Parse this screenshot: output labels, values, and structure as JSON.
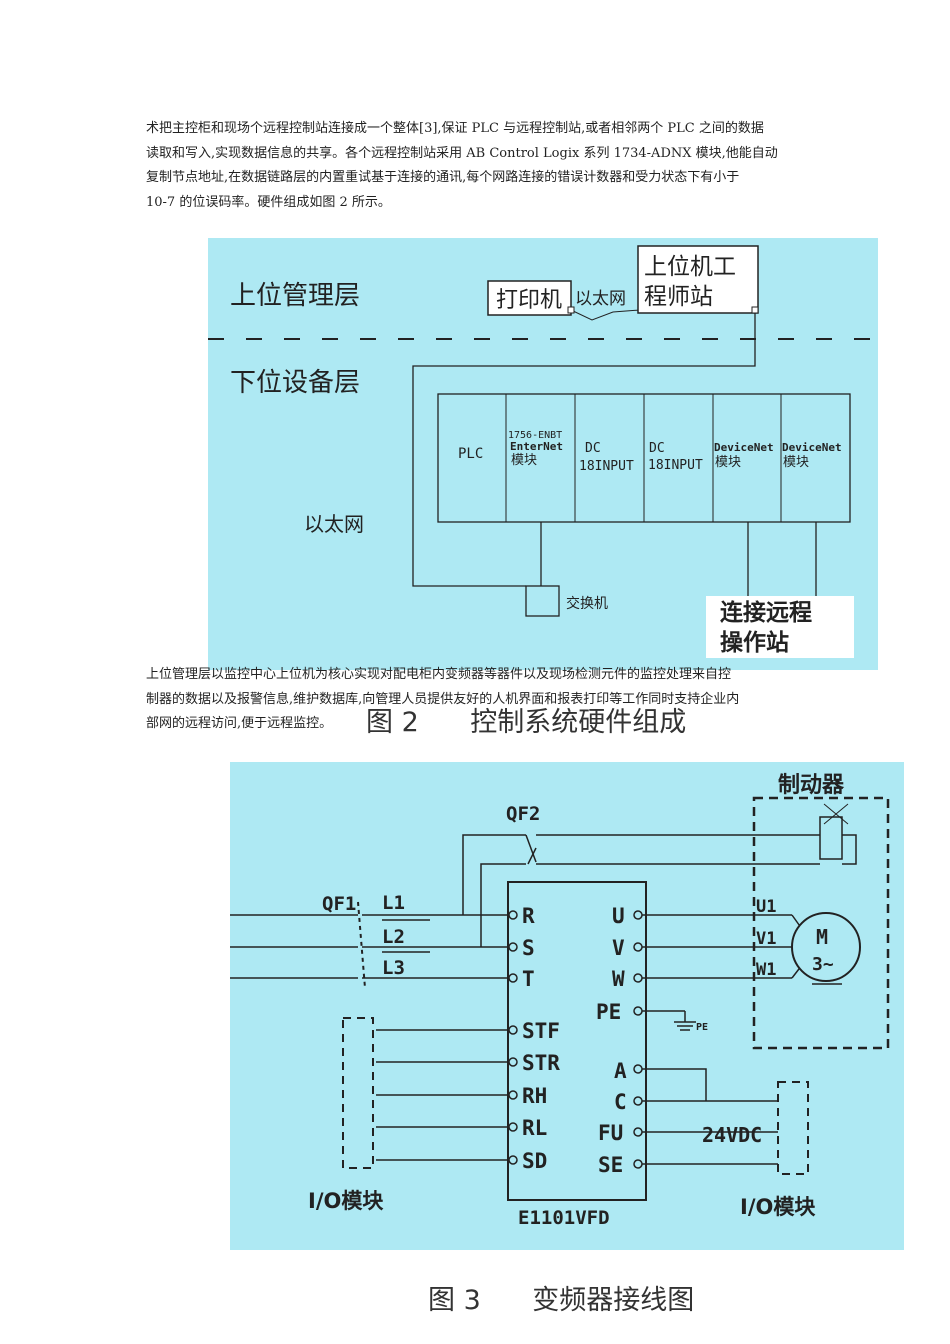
{
  "paragraphs": [
    {
      "lines": [
        "术把主控柜和现场个远程控制站连接成一个整体[3],保证 PLC 与远程控制站,或者相邻两个 PLC 之间的数据",
        "读取和写入,实现数据信息的共享。各个远程控制站采用 AB Control Logix 系列 1734-ADNX 模块,他能自动",
        "复制节点地址,在数据链路层的内置重试基于连接的通讯,每个网路连接的错误计数器和受力状态下有小于",
        "10-7 的位误码率。硬件组成如图 2 所示。"
      ]
    },
    {
      "lines": [
        "上位管理层以监控中心上位机为核心实现对配电柜内变频器等器件以及现场检测元件的监控处理来自控",
        "制器的数据以及报警信息,维护数据库,向管理人员提供友好的人机界面和报表打印等工作同时支持企业内",
        "部网的远程访问,便于远程监控。"
      ]
    }
  ],
  "figure2": {
    "caption": "图 2      控制系统硬件组成",
    "upper_layer": "上位管理层",
    "lower_layer": "下位设备层",
    "printer": "打印机",
    "ethernet_link": "以太网",
    "engineer_station_line1": "上位机工",
    "engineer_station_line2": "程师站",
    "ethernet_label": "以太网",
    "switch": "交换机",
    "remote_line1": "连接远程",
    "remote_line2": "操作站",
    "rack": {
      "plc": "PLC",
      "enbt_line1": "1756-ENBT",
      "enbt_line2": "EnterNet",
      "enbt_line3": "模块",
      "dc1_line1": "DC",
      "dc1_line2": "18INPUT",
      "dc2_line1": "DC",
      "dc2_line2": "18INPUT",
      "dn1_line1": "DeviceNet",
      "dn1_line2": "模块",
      "dn2_line1": "DeviceNet",
      "dn2_line2": "模块"
    }
  },
  "figure3": {
    "caption": "图 3      变频器接线图",
    "brake": "制动器",
    "qf1": "QF1",
    "qf2": "QF2",
    "l1": "L1",
    "l2": "L2",
    "l3": "L3",
    "in_r": "R",
    "in_s": "S",
    "in_t": "T",
    "in_stf": "STF",
    "in_str": "STR",
    "in_rh": "RH",
    "in_rl": "RL",
    "in_sd": "SD",
    "out_u": "U",
    "out_v": "V",
    "out_w": "W",
    "out_pe": "PE",
    "out_a": "A",
    "out_c": "C",
    "out_fu": "FU",
    "out_se": "SE",
    "u1": "U1",
    "v1": "V1",
    "w1": "W1",
    "motor_m": "M",
    "motor_phase": "3~",
    "ground": "PE",
    "vdc": "24VDC",
    "io_left": "I/O模块",
    "io_right": "I/O模块",
    "inverter": "E1101VFD"
  },
  "colors": {
    "figure_background": "#aee9f3",
    "line": "#1a1a1a"
  }
}
